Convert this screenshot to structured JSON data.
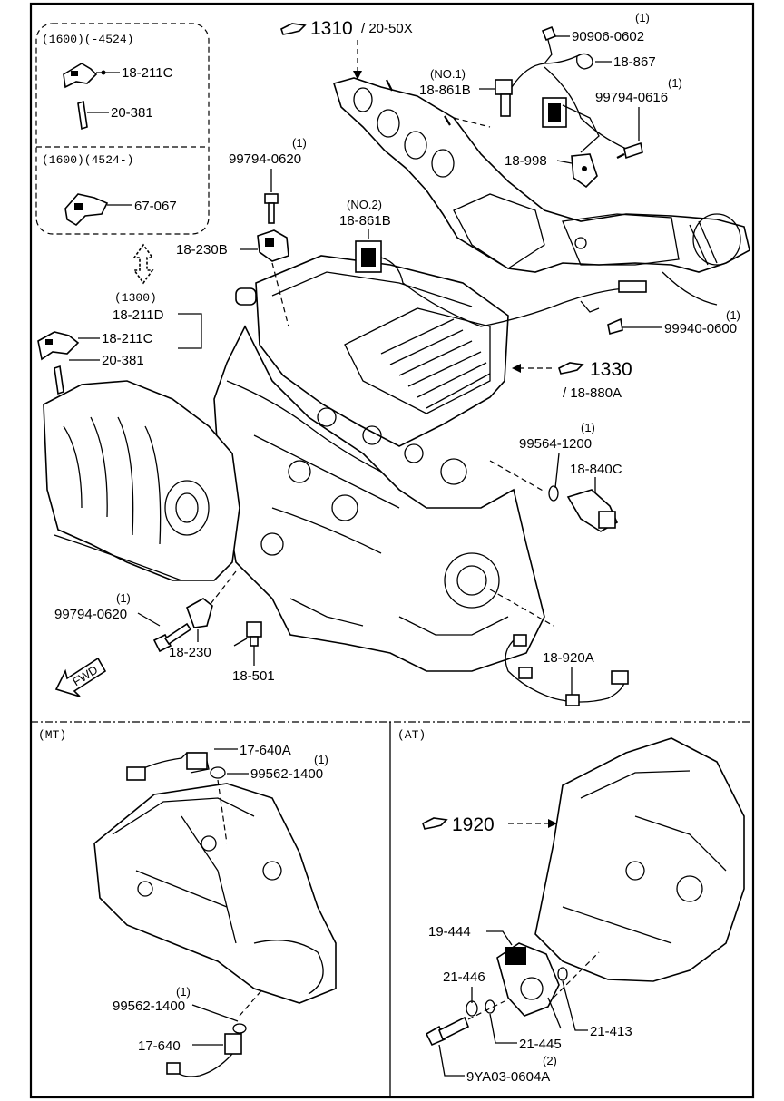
{
  "labels": {
    "ref_1310": "1310",
    "ref_2050x": "/ 20-50X",
    "ref_1330": "1330",
    "ref_18880a": "/ 18-880A",
    "ref_1920": "1920",
    "box_a_title": "(1600)(-4524)",
    "box_b_title": "(1600)(4524-)",
    "p_18211c_a": "18-211C",
    "p_20381_a": "20-381",
    "p_67067": "67-067",
    "q_99794_0620_a": "(1)",
    "p_99794_0620_a": "99794-0620",
    "p_18230b": "18-230B",
    "range_1300": "(1300)",
    "p_18211d": "18-211D",
    "p_18211c_b": "18-211C",
    "p_20381_b": "20-381",
    "q_90906": "(1)",
    "p_90906": "90906-0602",
    "p_18867": "18-867",
    "no1": "(NO.1)",
    "p_18861b_a": "18-861B",
    "q_99794_0616": "(1)",
    "p_99794_0616": "99794-0616",
    "p_18998": "18-998",
    "no2": "(NO.2)",
    "p_18861b_b": "18-861B",
    "q_99940": "(1)",
    "p_99940": "99940-0600",
    "q_99564": "(1)",
    "p_99564": "99564-1200",
    "p_18840c": "18-840C",
    "q_99794_0620_b": "(1)",
    "p_99794_0620_b": "99794-0620",
    "p_18230": "18-230",
    "p_18501": "18-501",
    "p_18920a": "18-920A",
    "fwd": "FWD",
    "mt": "(MT)",
    "at": "(AT)",
    "p_17640a": "17-640A",
    "q_99562_a": "(1)",
    "p_99562_a": "99562-1400",
    "q_99562_b": "(1)",
    "p_99562_b": "99562-1400",
    "p_17640": "17-640",
    "p_19444": "19-444",
    "p_21446": "21-446",
    "p_21413": "21-413",
    "p_21445": "21-445",
    "q_9ya03": "(2)",
    "p_9ya03": "9YA03-0604A"
  }
}
